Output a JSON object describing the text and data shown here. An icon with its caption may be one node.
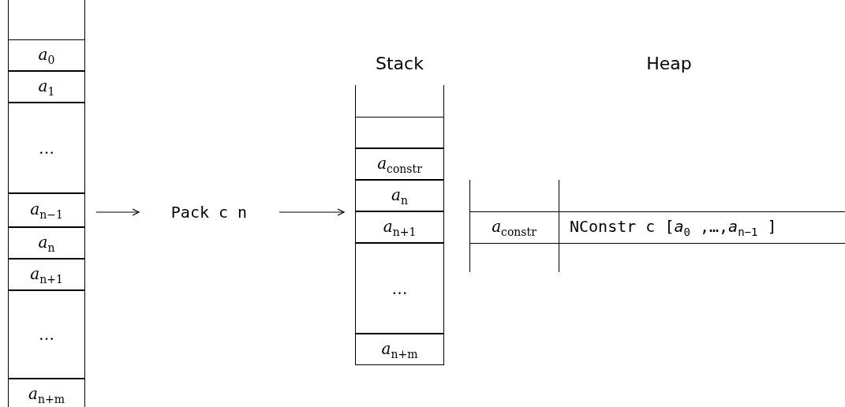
{
  "diagram": {
    "nodes": [
      {
        "text": [],
        "shape": "box"
      },
      {
        "text": [
          "*a*$_{0}$"
        ],
        "in": 0
      },
      {
        "text": [
          "*a*$_{1}$"
        ],
        "in": 0
      },
      {
        "text": [
          "…"
        ],
        "in": 0
      },
      {
        "text": [
          "*a*$_{n−1}$"
        ],
        "in": 0
      },
      {
        "text": [
          "*a*$_{n}$"
        ],
        "in": 0
      },
      {
        "text": [
          "*a*$_{n+1}$"
        ],
        "in": 0
      },
      {
        "text": [
          "…"
        ],
        "in": 0
      },
      {
        "text": [
          "*a*$_{n+m}$"
        ],
        "in": 0
      },
      {
        "text": [
          "Pack c n"
        ]
      },
      {
        "text": [
          "Stack"
        ]
      },
      {
        "text": [],
        "shape": "box",
        "in": 10
      },
      {
        "text": [
          "*a*$_{constr}$"
        ],
        "in": 10
      },
      {
        "text": [
          "*a*$_{n}$"
        ],
        "in": 10
      },
      {
        "text": [
          "*a*$_{n+1}$"
        ],
        "in": 10
      },
      {
        "text": [
          "…"
        ],
        "in": 10
      },
      {
        "text": [
          "*a*$_{n+m}$"
        ],
        "in": 10
      },
      {
        "text": [
          "Heap"
        ]
      },
      {
        "text": [
          "*a*$_{constr}$"
        ],
        "in": 17
      },
      {
        "text": [
          "NConstr c [*a*$_{0}$ ,…,*a*$_{n−1}$ ]"
        ],
        "in": 17
      }
    ],
    "edges": [
      {
        "from": 0,
        "to": 9,
        "arrow": "to"
      },
      {
        "from": 9,
        "to": 10,
        "arrow": "to"
      }
    ]
  }
}
